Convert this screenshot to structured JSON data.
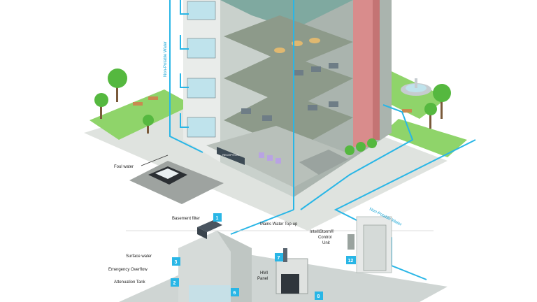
{
  "labels": {
    "non_potable_water_vertical": "Non-Potable Water",
    "non_potable_water_diag": "Non-Potable Water",
    "foul_water": "Foul water",
    "basement_filter": "Basement filter",
    "mains_water_topup": "Mains Water Top-up",
    "intellistorm_line1": "IntelliStorm®",
    "intellistorm_line2": "Control",
    "intellistorm_line3": "Unit",
    "surface_water": "Surface water",
    "emergency_overflow": "Emergency Overflow",
    "attenuation_tank": "Attenuation Tank",
    "hmi_panel_line1": "HMI",
    "hmi_panel_line2": "Panel",
    "reception_sign": "RECEPTION"
  },
  "badges": {
    "b1": "1",
    "b2": "2",
    "b3": "3",
    "b6": "6",
    "b7": "7",
    "b8": "8",
    "b12": "12"
  },
  "colors": {
    "pipe": "#29b6e6",
    "badge": "#29b6e6",
    "grass": "#8fd46a",
    "wall_pink": "#d98c8c",
    "floor": "#8d9a8a",
    "roof": "#7fa9a0",
    "glass": "#bfe3ec"
  },
  "icons": {
    "tree": "tree-icon",
    "bench": "bench-icon",
    "fountain": "fountain-icon",
    "car": "car-icon",
    "desk": "desk-icon"
  }
}
